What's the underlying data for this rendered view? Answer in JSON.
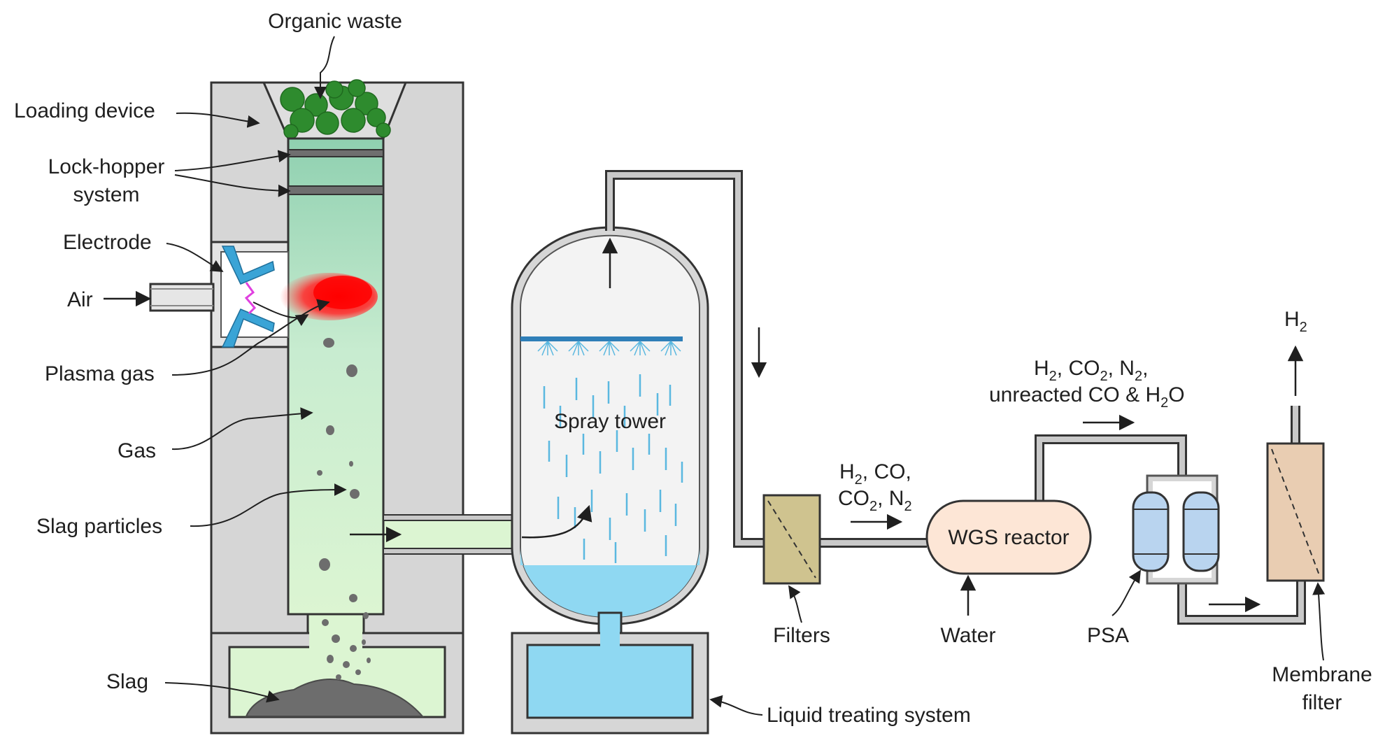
{
  "labels": {
    "organic_waste": "Organic waste",
    "loading_device": "Loading device",
    "lock_hopper_line1": "Lock-hopper",
    "lock_hopper_line2": "system",
    "electrode": "Electrode",
    "air": "Air",
    "plasma_gas": "Plasma gas",
    "gas": "Gas",
    "slag_particles": "Slag particles",
    "slag": "Slag",
    "spray_tower": "Spray tower",
    "liquid_treating_system": "Liquid treating system",
    "filters": "Filters",
    "wgs_reactor": "WGS reactor",
    "water": "Water",
    "psa": "PSA",
    "membrane_filter_line1": "Membrane",
    "membrane_filter_line2": "filter"
  },
  "streams": {
    "syngas_line1": {
      "h": "H",
      "h_sub": "2",
      "rest": ", CO,"
    },
    "syngas_line2": {
      "co": "CO",
      "co_sub": "2",
      "mid": ", N",
      "n_sub": "2"
    },
    "psa_feed_line1": {
      "h": "H",
      "h_sub": "2",
      "co": ", CO",
      "co_sub": "2",
      "n": ", N",
      "n_sub": "2",
      "end": ","
    },
    "psa_feed_line2": {
      "pre": "unreacted CO & H",
      "h_sub": "2",
      "end": "O"
    },
    "product": {
      "h": "H",
      "h_sub": "2"
    }
  },
  "colors": {
    "housing": "#d6d6d6",
    "gas_top": "#8fd0b0",
    "gas_bottom": "#dcf5d2",
    "slag": "#6d6d6d",
    "plasma": "#ff1a1a",
    "electrode": "#3aa4d6",
    "spray_water": "#5ab8e0",
    "tank_water": "#8fd8f2",
    "filter_box": "#cfc38f",
    "wgs_reactor": "#fde6d6",
    "psa_vessel": "#b9d4ef",
    "membrane_box": "#e9cdb2",
    "waste": "#2e8b2e"
  }
}
